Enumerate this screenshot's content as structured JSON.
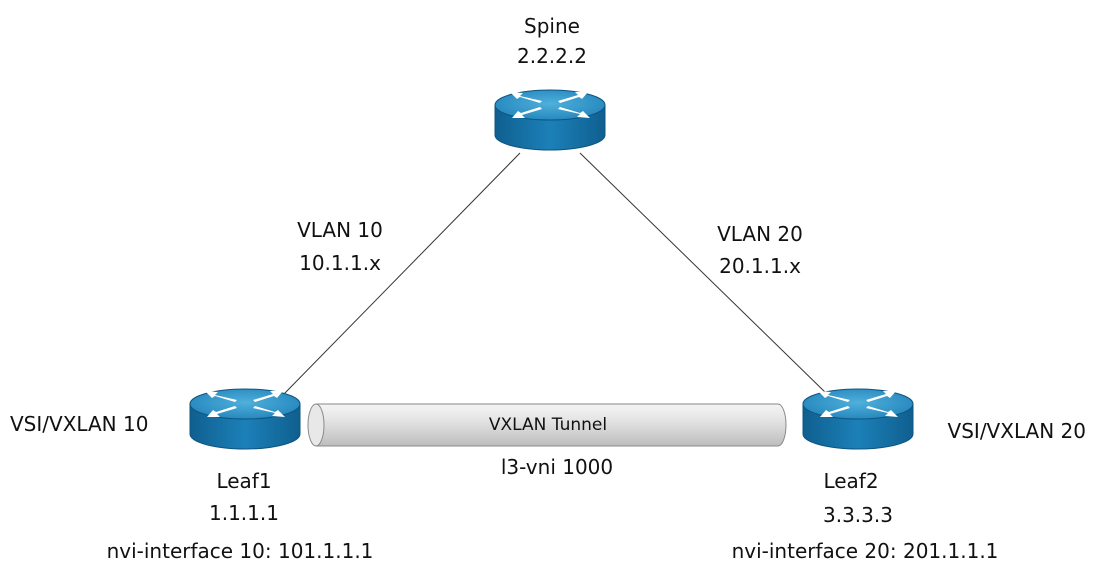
{
  "nodes": {
    "spine": {
      "name": "Spine",
      "ip": "2.2.2.2"
    },
    "leaf1": {
      "name": "Leaf1",
      "ip": "1.1.1.1",
      "vsi": "VSI/VXLAN 10",
      "nvi": "nvi-interface 10: 101.1.1.1"
    },
    "leaf2": {
      "name": "Leaf2",
      "ip": "3.3.3.3",
      "vsi": "VSI/VXLAN 20",
      "nvi": "nvi-interface 20: 201.1.1.1"
    }
  },
  "links": {
    "spine_leaf1": {
      "vlan": "VLAN 10",
      "subnet": "10.1.1.x"
    },
    "spine_leaf2": {
      "vlan": "VLAN 20",
      "subnet": "20.1.1.x"
    }
  },
  "tunnel": {
    "label": "VXLAN Tunnel",
    "l3vni": "l3-vni 1000"
  },
  "colors": {
    "router_top": "#2d93c6",
    "router_side": "#1673a8",
    "router_arrows": "#ffffff",
    "tunnel_fill": "#d9d9d9",
    "link_line": "#333333"
  }
}
